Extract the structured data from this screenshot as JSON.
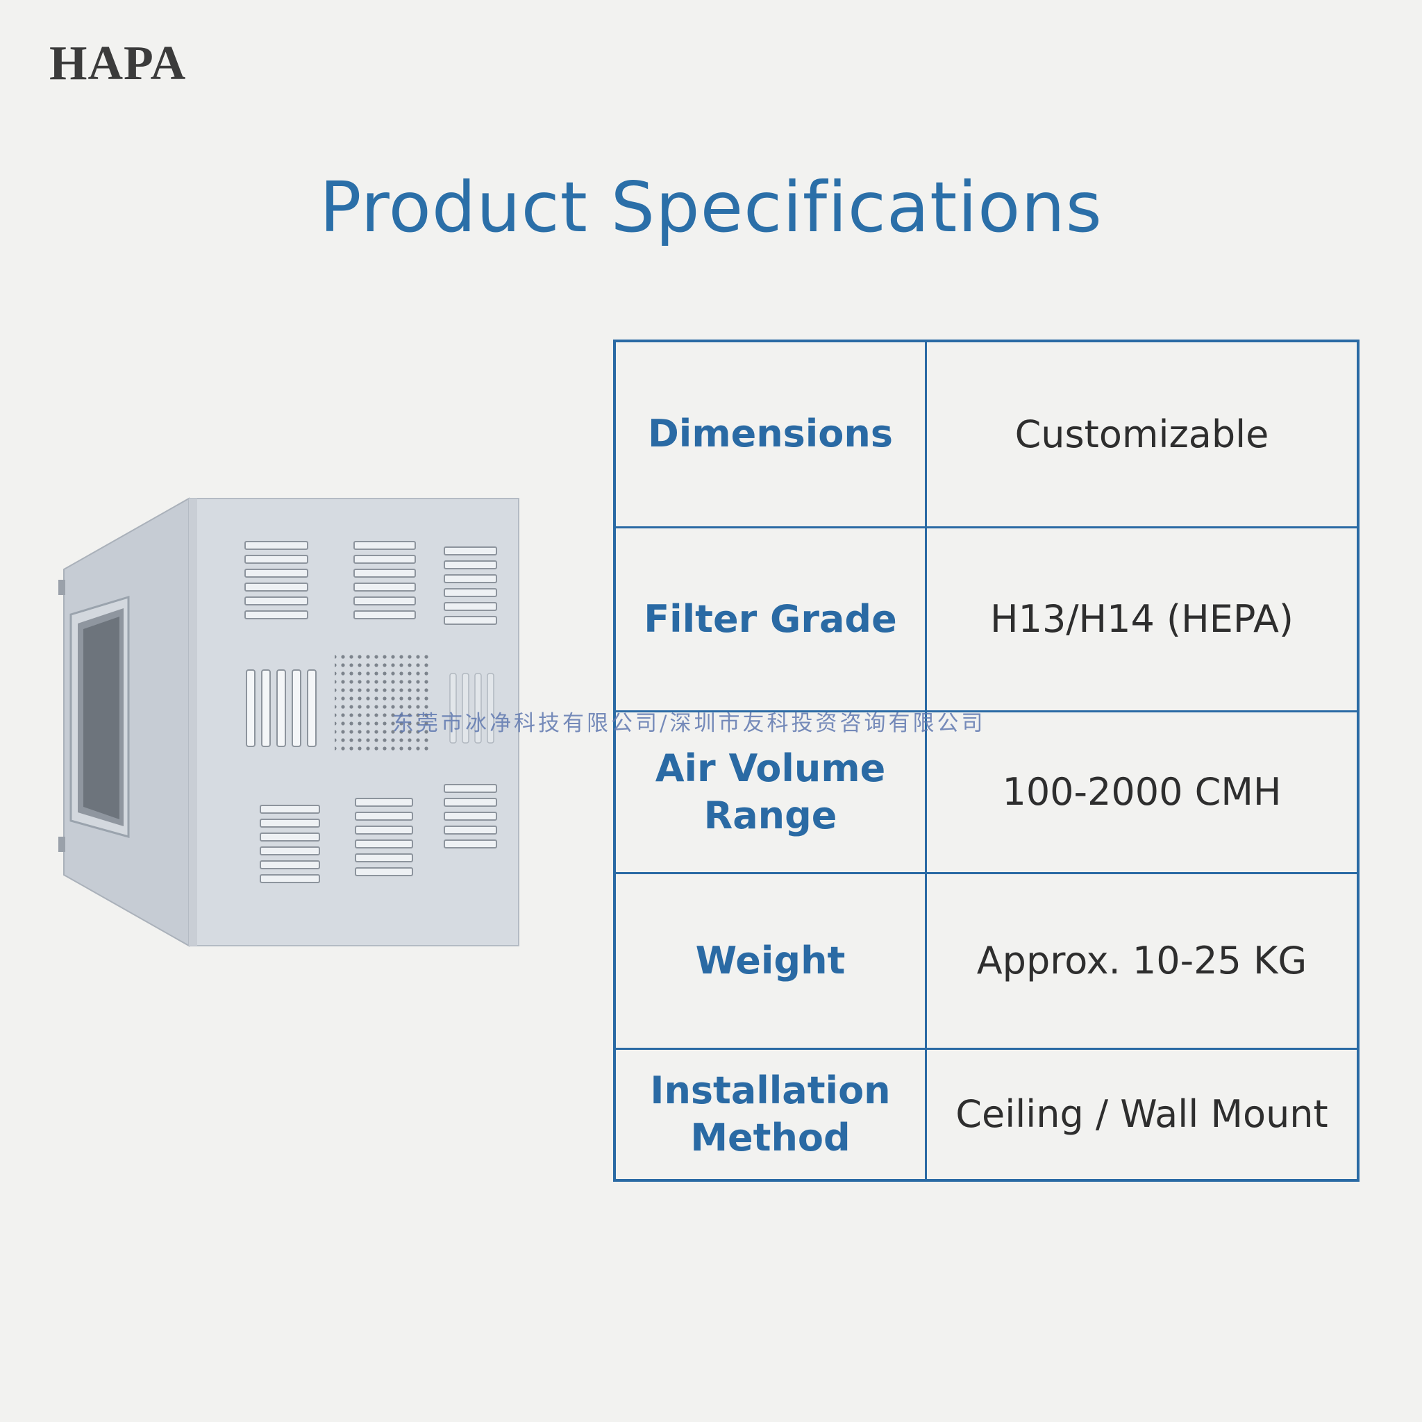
{
  "brand": "HAPA",
  "title": "Product Specifications",
  "specs": [
    {
      "label": "Dimensions",
      "value": "Customizable"
    },
    {
      "label": "Filter Grade",
      "value": "H13/H14 (HEPA)"
    },
    {
      "label": "Air Volume Range",
      "value": "100-2000 CMH"
    },
    {
      "label": "Weight",
      "value": "Approx. 10-25 KG"
    },
    {
      "label": "Installation Method",
      "value": "Ceiling / Wall Mount"
    }
  ],
  "watermark": "东莞市冰净科技有限公司/深圳市友科投资咨询有限公司",
  "colors": {
    "accent": "#2a6aa4",
    "background": "#f2f2f0",
    "text": "#2e2e2e"
  }
}
